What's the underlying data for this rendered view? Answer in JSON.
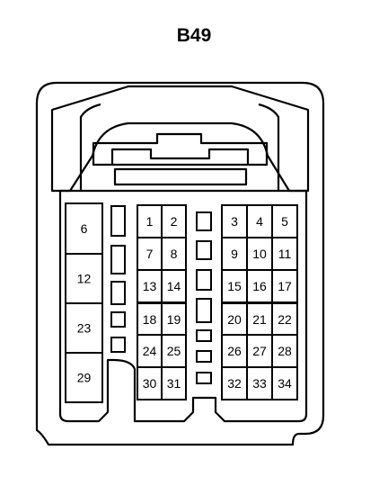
{
  "connector": {
    "title": "B49",
    "left_block": [
      "6",
      "12",
      "23",
      "29"
    ],
    "middle_block": [
      [
        "1",
        "2"
      ],
      [
        "7",
        "8"
      ],
      [
        "13",
        "14"
      ],
      [
        "18",
        "19"
      ],
      [
        "24",
        "25"
      ],
      [
        "30",
        "31"
      ]
    ],
    "right_block": [
      [
        "3",
        "4",
        "5"
      ],
      [
        "9",
        "10",
        "11"
      ],
      [
        "15",
        "16",
        "17"
      ],
      [
        "20",
        "21",
        "22"
      ],
      [
        "26",
        "27",
        "28"
      ],
      [
        "32",
        "33",
        "34"
      ]
    ]
  }
}
